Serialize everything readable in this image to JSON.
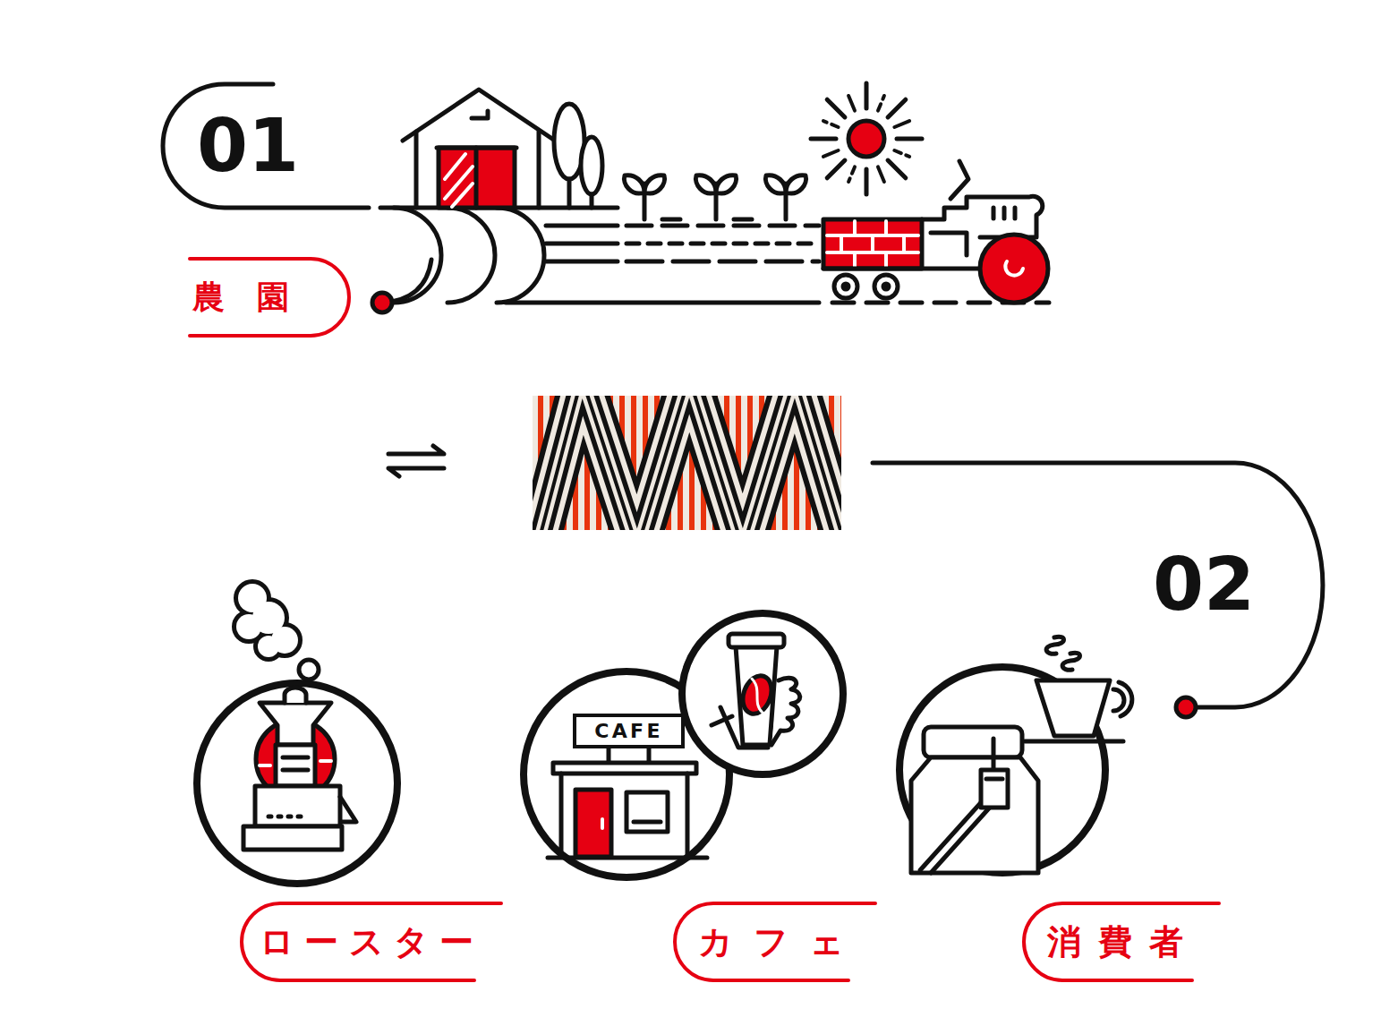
{
  "diagram": {
    "nodes": [
      {
        "text": [
          "01"
        ]
      },
      {
        "text": [
          "農園"
        ]
      },
      {
        "text": [
          "CAFE"
        ]
      },
      {
        "text": [
          "ロースター"
        ]
      },
      {
        "text": [
          "カフェ"
        ]
      },
      {
        "text": [
          "消費者"
        ]
      }
    ],
    "labels": [
      "02"
    ]
  }
}
